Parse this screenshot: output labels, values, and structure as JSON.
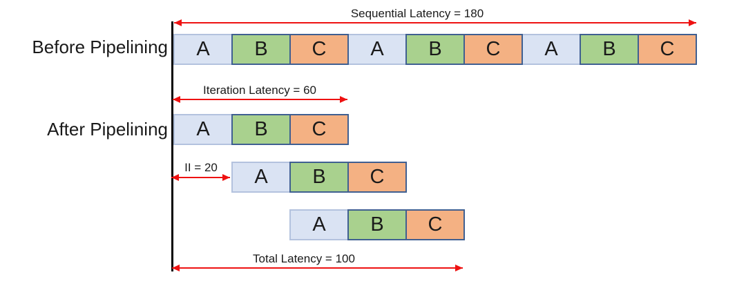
{
  "colors": {
    "block_a_fill": "#dae3f3",
    "block_a_border": "#b3c2de",
    "block_b_fill": "#a9d18e",
    "block_c_fill": "#f4b183",
    "block_dark_border": "#3f5f91",
    "arrow": "#ee1111",
    "axis": "#000000",
    "text": "#1a1a1a"
  },
  "row_labels": {
    "before": "Before Pipelining",
    "after": "After Pipelining"
  },
  "annotations": {
    "sequential_latency": "Sequential Latency = 180",
    "iteration_latency": "Iteration Latency = 60",
    "initiation_interval": "II = 20",
    "total_latency": "Total Latency = 100"
  },
  "blocks": {
    "before_row": [
      "A",
      "B",
      "C",
      "A",
      "B",
      "C",
      "A",
      "B",
      "C"
    ],
    "after_rows": [
      [
        "A",
        "B",
        "C"
      ],
      [
        "A",
        "B",
        "C"
      ],
      [
        "A",
        "B",
        "C"
      ]
    ]
  }
}
